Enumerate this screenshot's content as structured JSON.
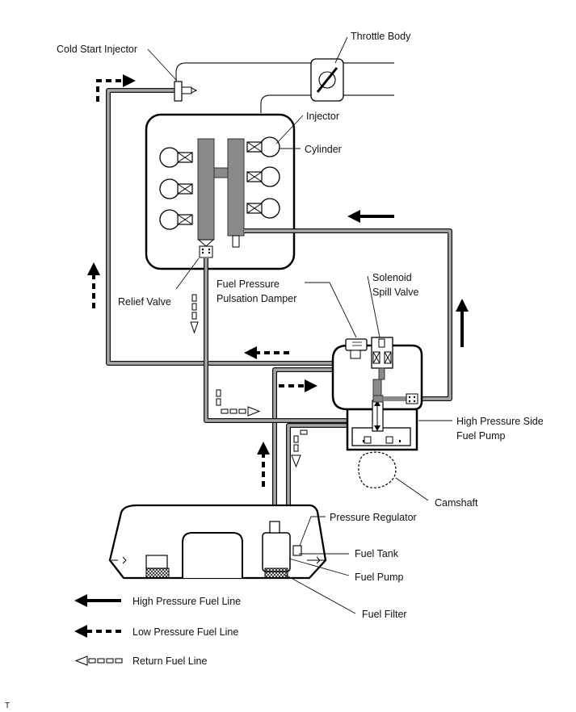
{
  "labels": {
    "cold_start_injector": "Cold Start Injector",
    "throttle_body": "Throttle Body",
    "injector": "Injector",
    "cylinder": "Cylinder",
    "relief_valve": "Relief Valve",
    "fuel_pressure_damper_line1": "Fuel Pressure",
    "fuel_pressure_damper_line2": "Pulsation Damper",
    "solenoid_spill_valve_line1": "Solenoid",
    "solenoid_spill_valve_line2": "Spill Valve",
    "high_pressure_pump_line1": "High Pressure Side",
    "high_pressure_pump_line2": "Fuel Pump",
    "camshaft": "Camshaft",
    "pressure_regulator": "Pressure Regulator",
    "fuel_tank": "Fuel Tank",
    "fuel_pump": "Fuel Pump",
    "fuel_filter": "Fuel Filter",
    "corner_mark": "T"
  },
  "legend": [
    {
      "style": "solid",
      "label": "High Pressure Fuel Line"
    },
    {
      "style": "dashed",
      "label": "Low Pressure Fuel Line"
    },
    {
      "style": "outline",
      "label": "Return Fuel Line"
    }
  ],
  "colors": {
    "line": "#000000",
    "pipe_fill": "#a8a8a8",
    "rail": "#8a8a8a",
    "background": "#ffffff"
  }
}
